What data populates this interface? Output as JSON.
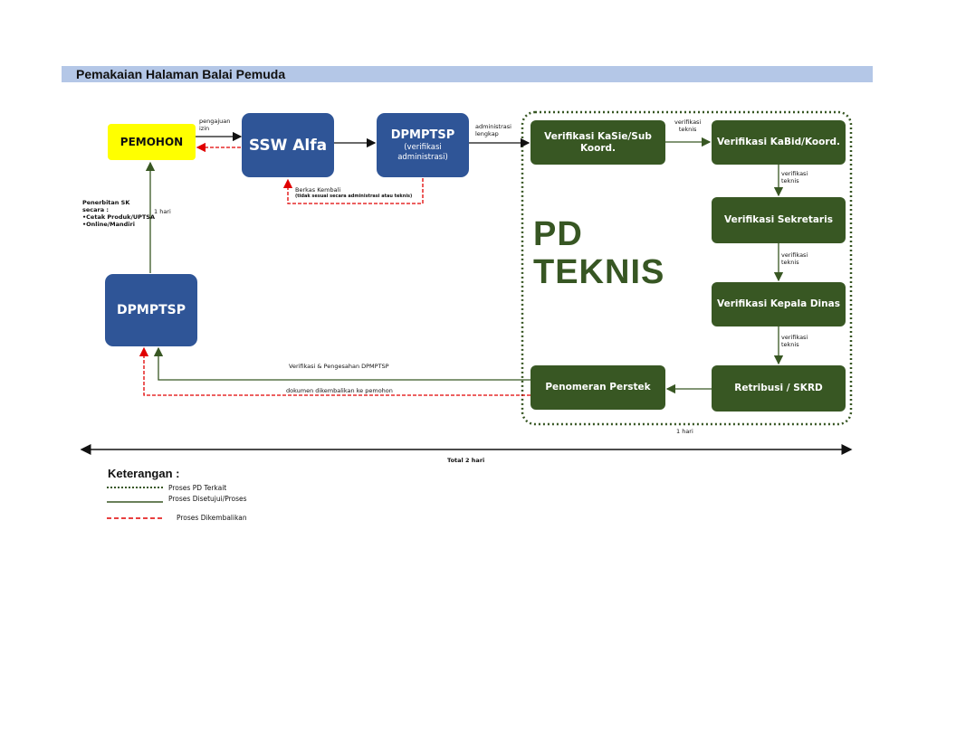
{
  "title": "Pemakaian Halaman Balai Pemuda",
  "nodes": {
    "pemohon": "PEMOHON",
    "ssw_alfa": "SSW Alfa",
    "dpmptsp_top_title": "DPMPTSP",
    "dpmptsp_top_sub1": "(verifikasi",
    "dpmptsp_top_sub2": "administrasi)",
    "dpmptsp_bottom": "DPMPTSP",
    "kasie_line1": "Verifikasi KaSie/Sub",
    "kasie_line2": "Koord.",
    "kabid": "Verifikasi KaBid/Koord.",
    "sekretaris": "Verifikasi Sekretaris",
    "kepala_dinas": "Verifikasi Kepala Dinas",
    "retribusi": "Retribusi / SKRD",
    "penomeran": "Penomeran Perstek"
  },
  "pd_teknis": {
    "line1": "PD",
    "line2": "TEKNIS"
  },
  "labels": {
    "pengajuan_1": "pengajuan",
    "pengajuan_2": "izin",
    "administrasi_1": "administrasi",
    "administrasi_2": "lengkap",
    "berkas_1": "Berkas Kembali",
    "berkas_2": "(tidak sesuai secara administrasi atau teknis)",
    "verif_teknis_a1": "verifikasi",
    "verif_teknis_a2": "teknis",
    "verif_teknis_b1": "verifikasi",
    "verif_teknis_b2": "teknis",
    "verif_teknis_c1": "verifikasi",
    "verif_teknis_c2": "teknis",
    "verif_teknis_d1": "verifikasi",
    "verif_teknis_d2": "teknis",
    "penerbitan_1": "Penerbitan SK",
    "penerbitan_2": "secara :",
    "penerbitan_3": "•Cetak Produk/UPTSA",
    "penerbitan_4": "•Online/Mandiri",
    "satu_hari_left": "1 hari",
    "verifikasi_pengesahan": "Verifikasi & Pengesahan DPMPTSP",
    "dokumen_kembali": "dokumen dikembalikan ke pemohon",
    "satu_hari_bottom": "1  hari",
    "total": "Total 2 hari"
  },
  "legend": {
    "title": "Keterangan :",
    "items": [
      {
        "label": "Proses PD Terkait",
        "style": "dotted-green"
      },
      {
        "label": "Proses Disetujui/Proses",
        "style": "solid-green"
      },
      {
        "label": "Proses Dikembalikan",
        "style": "dashed-red"
      }
    ]
  },
  "colors": {
    "title_bar": "#b4c7e7",
    "blue_box": "#2f5597",
    "green_box": "#385723",
    "yellow_box": "#ffff00",
    "return_arrow": "#e00000",
    "approve_arrow": "#385723"
  }
}
